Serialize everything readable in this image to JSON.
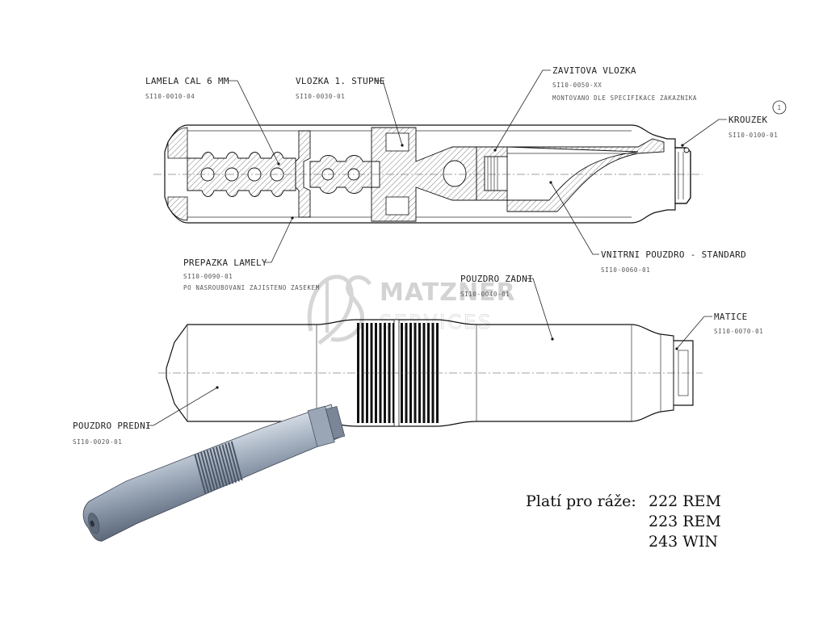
{
  "parts": [
    {
      "name": "LAMELA CAL 6 MM",
      "code": "SI10-0010-04",
      "note": ""
    },
    {
      "name": "VLOZKA 1. STUPNE",
      "code": "SI10-0030-01",
      "note": ""
    },
    {
      "name": "ZAVITOVA VLOZKA",
      "code": "SI10-0050-XX",
      "note": "MONTOVANO DLE SPECIFIKACE ZAKAZNIKA"
    },
    {
      "name": "KROUZEK",
      "code": "SI10-0100-01",
      "note": ""
    },
    {
      "name": "PREPAZKA LAMELY",
      "code": "SI10-0090-01",
      "note": "PO NASROUBOVANI ZAJISTENO ZASEKEM"
    },
    {
      "name": "VNITRNI POUZDRO - STANDARD",
      "code": "SI10-0060-01",
      "note": ""
    },
    {
      "name": "POUZDRO ZADNI",
      "code": "SI10-0040-01",
      "note": ""
    },
    {
      "name": "MATICE",
      "code": "SI10-0070-01",
      "note": ""
    },
    {
      "name": "POUZDRO PREDNI",
      "code": "SI10-0020-01",
      "note": ""
    }
  ],
  "revision_marker": "1",
  "watermark": {
    "brand": "MATZNER",
    "sub": "SERVICES",
    "monogram": "MS"
  },
  "calibers": {
    "title": "Platí pro ráže:",
    "values": [
      "222 REM",
      "223 REM",
      "243 WIN"
    ]
  },
  "colors": {
    "line": "#111111",
    "hatch": "#444444",
    "render_body": "#8a97a8",
    "watermark": "#cfcfcf"
  }
}
